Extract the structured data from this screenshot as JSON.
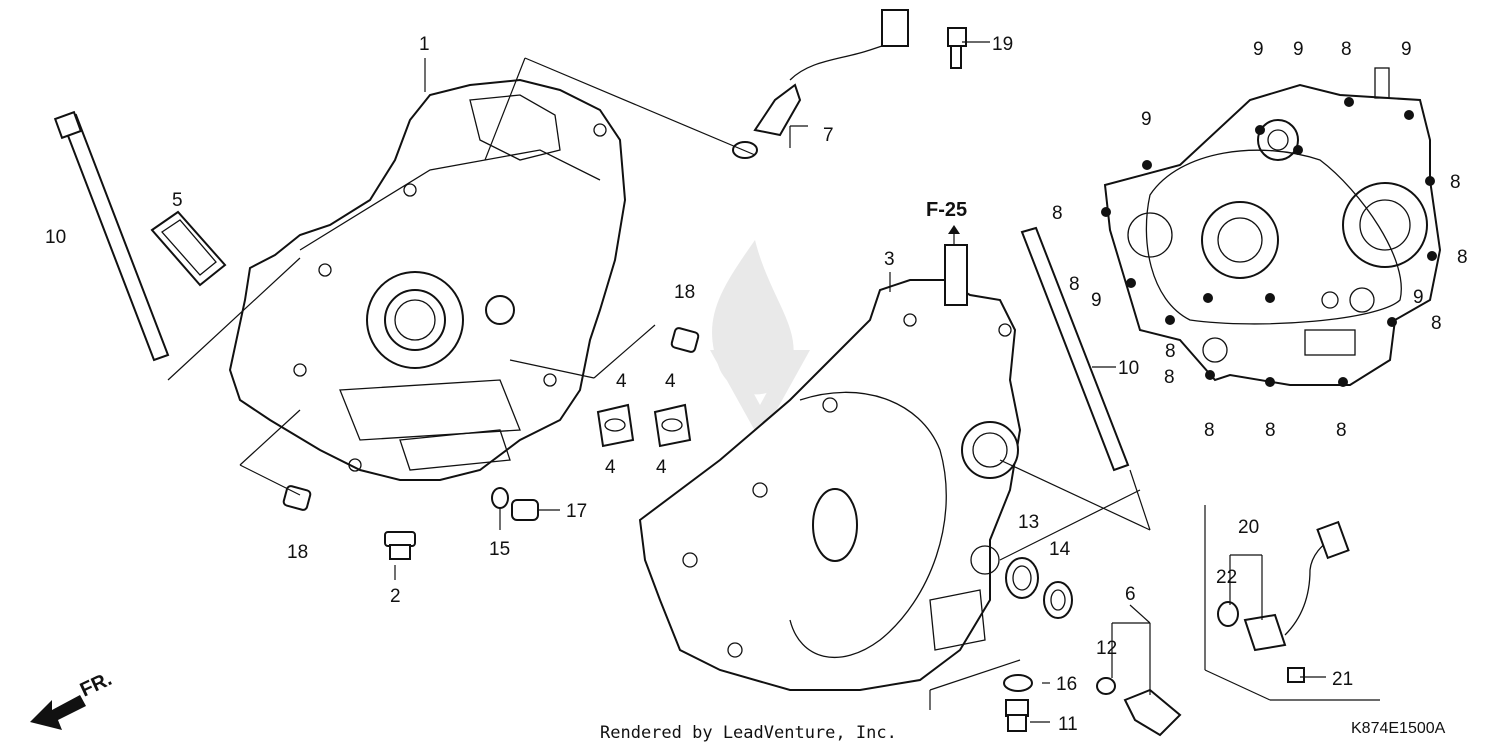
{
  "diagram": {
    "reference": "F-25",
    "footer": "Rendered by LeadVenture, Inc.",
    "code": "K874E1500A",
    "direction_label": "FR.",
    "callouts": {
      "c1": "1",
      "c2": "2",
      "c3": "3",
      "c4a": "4",
      "c4b": "4",
      "c4c": "4",
      "c4d": "4",
      "c5": "5",
      "c6": "6",
      "c7": "7",
      "c10a": "10",
      "c10b": "10",
      "c11": "11",
      "c12": "12",
      "c13": "13",
      "c14": "14",
      "c15": "15",
      "c16": "16",
      "c17": "17",
      "c18a": "18",
      "c18b": "18",
      "c19": "19",
      "c20": "20",
      "c21": "21",
      "c22": "22"
    },
    "inset_callouts": [
      "9",
      "9",
      "8",
      "9",
      "9",
      "8",
      "8",
      "8",
      "8",
      "9",
      "9",
      "8",
      "8",
      "8",
      "8",
      "8",
      "8"
    ]
  }
}
